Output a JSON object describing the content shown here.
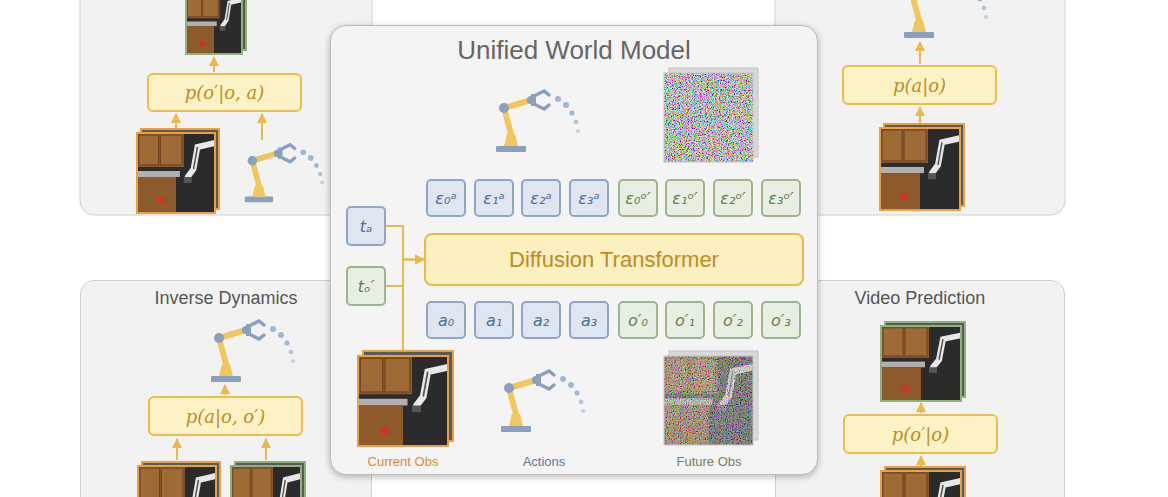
{
  "diagram": {
    "nodes": [
      {
        "text": [
          "p(o′|o, a)"
        ]
      },
      {
        "text": [
          "Unified World Model"
        ]
      },
      {
        "text": [
          "ε₀ᵃ"
        ],
        "in": 1
      },
      {
        "text": [
          "ε₁ᵃ"
        ],
        "in": 1
      },
      {
        "text": [
          "ε₂ᵃ"
        ],
        "in": 1
      },
      {
        "text": [
          "ε₃ᵃ"
        ],
        "in": 1
      },
      {
        "text": [
          "ε₀ᵒ′"
        ],
        "in": 1
      },
      {
        "text": [
          "ε₁ᵒ′"
        ],
        "in": 1
      },
      {
        "text": [
          "ε₂ᵒ′"
        ],
        "in": 1
      },
      {
        "text": [
          "ε₃ᵒ′"
        ],
        "in": 1
      },
      {
        "text": [
          "tₐ"
        ],
        "in": 1
      },
      {
        "text": [
          "tₒ′"
        ],
        "in": 1
      },
      {
        "text": [
          "Diffusion Transformer"
        ],
        "in": 1
      },
      {
        "text": [
          "a₀"
        ],
        "in": 1
      },
      {
        "text": [
          "a₁"
        ],
        "in": 1
      },
      {
        "text": [
          "a₂"
        ],
        "in": 1
      },
      {
        "text": [
          "a₃"
        ],
        "in": 1
      },
      {
        "text": [
          "o′₀"
        ],
        "in": 1
      },
      {
        "text": [
          "o′₁"
        ],
        "in": 1
      },
      {
        "text": [
          "o′₂"
        ],
        "in": 1
      },
      {
        "text": [
          "o′₃"
        ],
        "in": 1
      },
      {
        "text": [
          "p(a|o)"
        ]
      },
      {
        "text": [
          "Inverse Dynamics"
        ]
      },
      {
        "text": [
          "p(a|o, o′)"
        ],
        "in": 22
      },
      {
        "text": [
          "Video Prediction"
        ]
      },
      {
        "text": [
          "p(o′|o)"
        ],
        "in": 24
      }
    ],
    "edges": [
      {
        "from": 10,
        "to": 12,
        "arrow": "to"
      },
      {
        "from": 11,
        "to": 12,
        "arrow": "to"
      }
    ],
    "labels": [
      "Current Obs",
      "Actions",
      "Future Obs"
    ]
  }
}
